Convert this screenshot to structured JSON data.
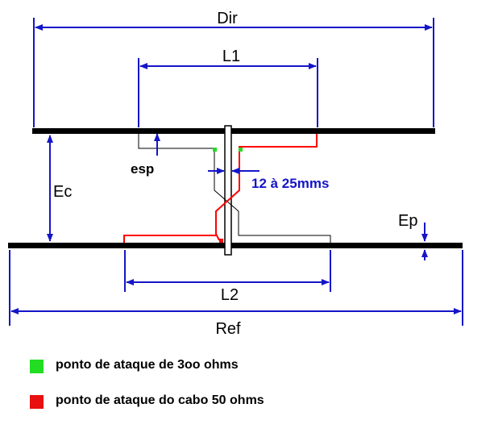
{
  "diagram": {
    "labels": {
      "dir": "Dir",
      "l1": "L1",
      "esp": "esp",
      "ec": "Ec",
      "spacing": "12 à 25mms",
      "ep": "Ep",
      "l2": "L2",
      "ref": "Ref"
    },
    "colors": {
      "dimension": "#1515c8",
      "element": "#000000",
      "feed_50": "#ff0000",
      "feed_300": "#00e000"
    }
  },
  "legend": {
    "items": [
      {
        "label": "ponto de ataque de 3oo ohms",
        "color": "#22dd22"
      },
      {
        "label": "ponto de ataque do cabo 50 ohms",
        "color": "#e81010"
      }
    ]
  }
}
